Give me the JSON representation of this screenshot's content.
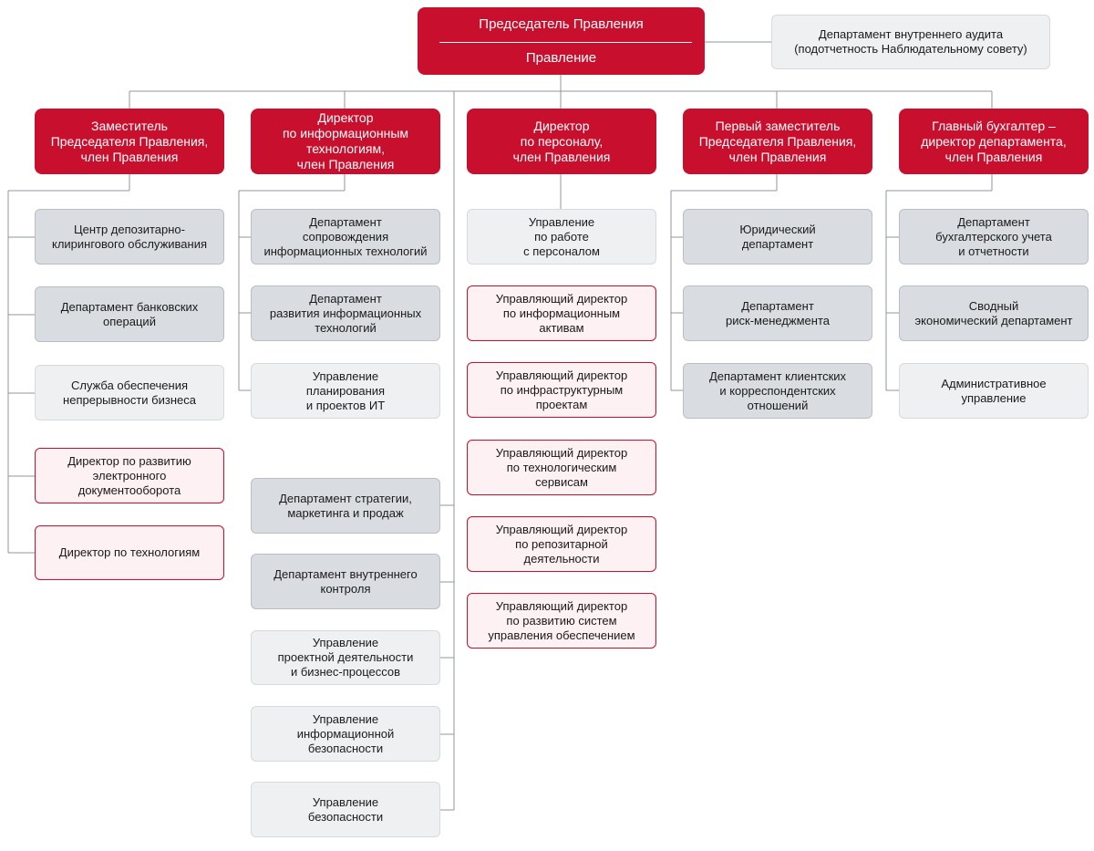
{
  "top": {
    "chairman": "Председатель Правления",
    "board": "Правление"
  },
  "audit": "Департамент внутреннего аудита\n(подотчетность Наблюдательному совету)",
  "columns": [
    {
      "head": "Заместитель\nПредседателя Правления,\nчлен Правления",
      "items": [
        "Центр депозитарно-\nклирингового обслуживания",
        "Департамент банковских\nопераций",
        "Служба обеспечения\nнепрерывности бизнеса",
        "Директор по развитию\nэлектронного\nдокументооборота",
        "Директор по технологиям"
      ]
    },
    {
      "head": "Директор\nпо информационным\nтехнологиям,\nчлен Правления",
      "items": [
        "Департамент\nсопровождения\nинформационных технологий",
        "Департамент\nразвития информационных\nтехнологий",
        "Управление\nпланирования\nи проектов ИТ"
      ]
    },
    {
      "head": "Директор\nпо персоналу,\nчлен Правления",
      "items": [
        "Управление\nпо работе\nс персоналом",
        "Управляющий директор\nпо информационным\nактивам",
        "Управляющий директор\nпо инфраструктурным\nпроектам",
        "Управляющий директор\nпо технологическим\nсервисам",
        "Управляющий директор\nпо репозитарной\nдеятельности",
        "Управляющий директор\nпо развитию систем\nуправления обеспечением"
      ]
    },
    {
      "head": "Первый заместитель\nПредседателя Правления,\nчлен Правления",
      "items": [
        "Юридический\nдепартамент",
        "Департамент\nриск-менеджмента",
        "Департамент клиентских\nи корреспондентских\nотношений"
      ]
    },
    {
      "head": "Главный бухгалтер –\nдиректор департамента,\nчлен Правления",
      "items": [
        "Департамент\nбухгалтерского учета\nи отчетности",
        "Сводный\nэкономический департамент",
        "Административное\nуправление"
      ]
    }
  ],
  "direct": [
    "Департамент стратегии,\nмаркетинга и продаж",
    "Департамент внутреннего\nконтроля",
    "Управление\nпроектной деятельности\nи бизнес-процессов",
    "Управление\nинформационной\nбезопасности",
    "Управление\nбезопасности"
  ],
  "colors": {
    "red": "#c8102e",
    "dark": "#d9dde2",
    "light": "#eef0f2",
    "pink": "#fdf1f3",
    "line": "#8f959c"
  }
}
